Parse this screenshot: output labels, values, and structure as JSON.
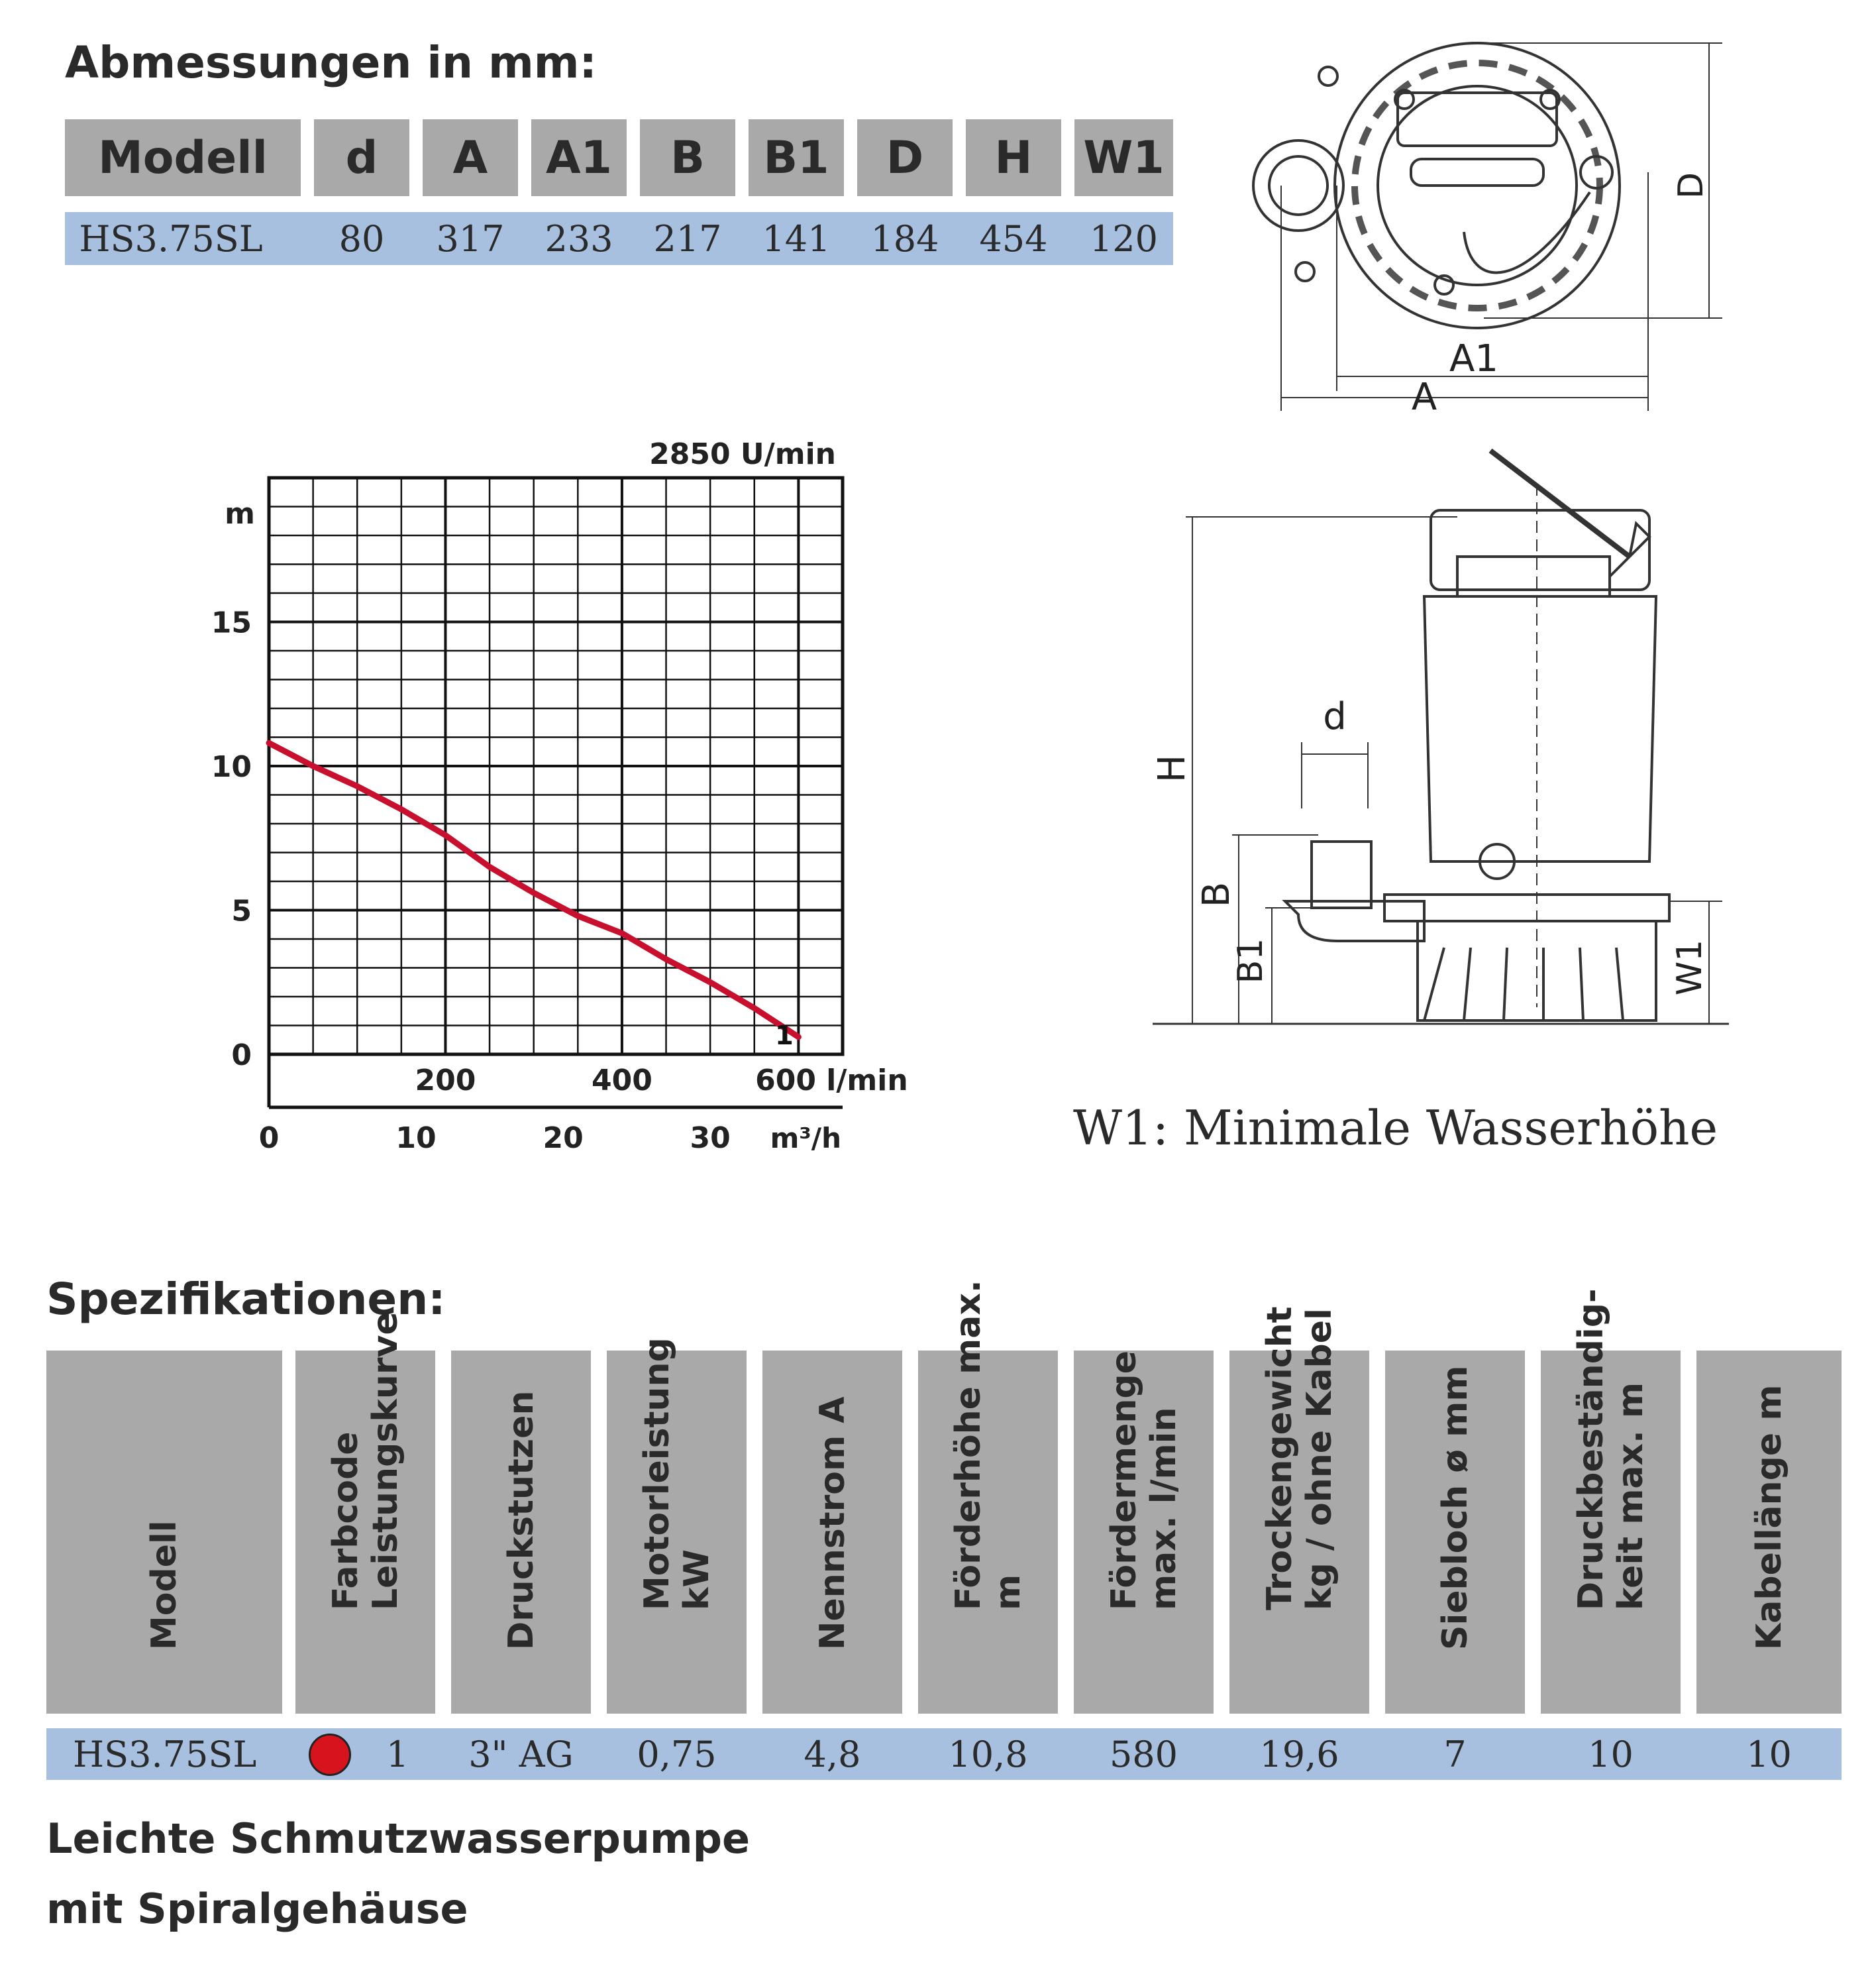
{
  "dimensions": {
    "heading": "Abmessungen in mm:",
    "headers": [
      "Modell",
      "d",
      "A",
      "A1",
      "B",
      "B1",
      "D",
      "H",
      "W1"
    ],
    "row": [
      "HS3.75SL",
      "80",
      "317",
      "233",
      "217",
      "141",
      "184",
      "454",
      "120"
    ]
  },
  "chart": {
    "speed_label": "2850 U/min",
    "y_unit": "m",
    "y_ticks": [
      "0",
      "5",
      "10",
      "15"
    ],
    "x_ticks_lmin": [
      "200",
      "400",
      "600 l/min"
    ],
    "x_ticks_m3h": [
      "0",
      "10",
      "20",
      "30",
      "m³/h"
    ],
    "curve_label": "1",
    "curve_color": "#c8102e"
  },
  "chart_data": {
    "type": "line",
    "title": "2850 U/min",
    "xlabel": "l/min",
    "x2label": "m³/h",
    "ylabel": "m",
    "xlim": [
      0,
      650
    ],
    "x2lim": [
      0,
      39
    ],
    "ylim": [
      0,
      20
    ],
    "grid": true,
    "series": [
      {
        "name": "1",
        "x": [
          0,
          50,
          100,
          150,
          200,
          250,
          300,
          350,
          400,
          450,
          500,
          550,
          600
        ],
        "values": [
          10.8,
          10.0,
          9.3,
          8.5,
          7.6,
          6.5,
          5.6,
          4.8,
          4.2,
          3.3,
          2.5,
          1.6,
          0.6
        ]
      }
    ]
  },
  "drawings": {
    "top_labels": [
      "D",
      "A1",
      "A"
    ],
    "side_labels": [
      "d",
      "H",
      "B",
      "B1",
      "W1"
    ]
  },
  "caption": "W1: Minimale Wasserhöhe",
  "specs": {
    "heading": "Spezifikationen:",
    "headers": [
      [
        "Modell"
      ],
      [
        "Farbcode",
        "Leistungskurve"
      ],
      [
        "Druckstutzen"
      ],
      [
        "Motorleistung",
        "kW"
      ],
      [
        "Nennstrom A"
      ],
      [
        "Förderhöhe max.",
        "m"
      ],
      [
        "Fördermenge",
        "max. l/min"
      ],
      [
        "Trockengewicht",
        "kg / ohne Kabel"
      ],
      [
        "Siebloch ø mm"
      ],
      [
        "Druckbeständig-",
        "keit max. m"
      ],
      [
        "Kabellänge m"
      ]
    ],
    "row": {
      "modell": "HS3.75SL",
      "farbcode_color": "#d7141d",
      "kurve": "1",
      "druckstutzen": "3\" AG",
      "motorleistung": "0,75",
      "nennstrom": "4,8",
      "foerderhoehe": "10,8",
      "foerdermenge": "580",
      "trockengewicht": "19,6",
      "siebloch": "7",
      "druckbestaendigkeit": "10",
      "kabellaenge": "10"
    }
  },
  "footer": [
    "Leichte Schmutzwasserpumpe",
    "mit Spiralgehäuse"
  ]
}
